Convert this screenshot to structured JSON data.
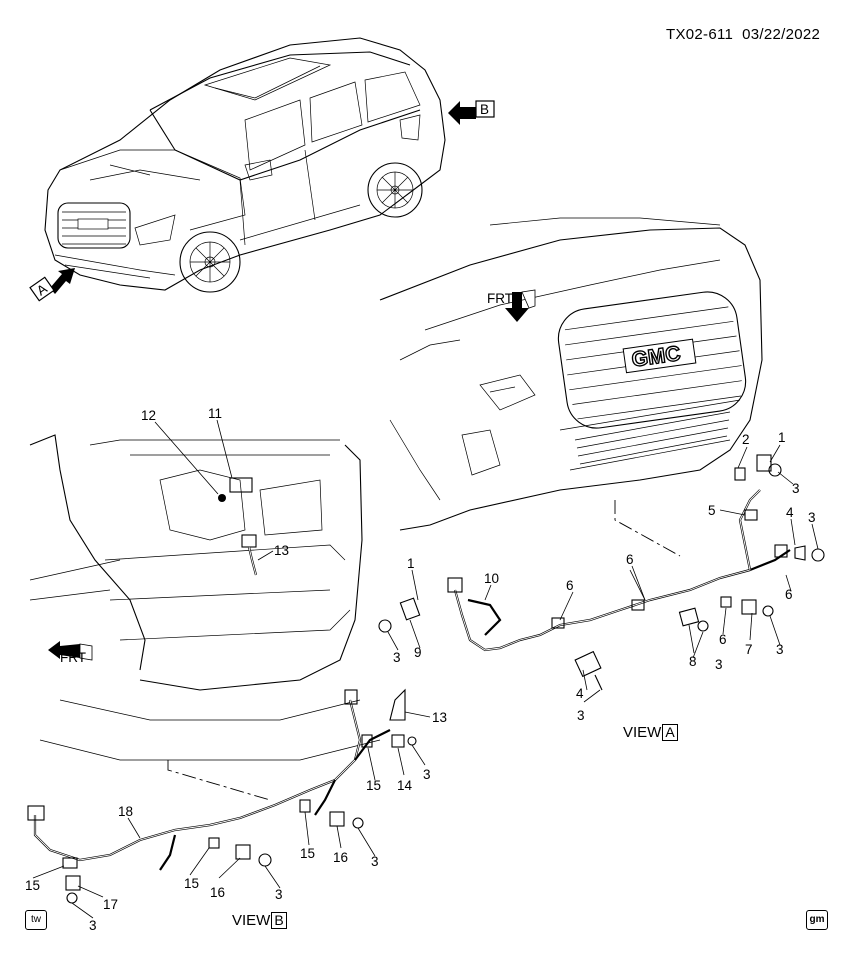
{
  "header": {
    "doc_code": "TX02-611",
    "date": "03/22/2022"
  },
  "views": {
    "a": {
      "prefix": "VIEW",
      "letter": "A"
    },
    "b": {
      "prefix": "VIEW",
      "letter": "B"
    }
  },
  "arrows": {
    "view_a_marker": "A",
    "view_b_marker": "B",
    "front_label": "FRT"
  },
  "vehicle_badge": "GMC",
  "footer": {
    "left_icon": "tw",
    "right_icon": "gm"
  },
  "callouts": [
    {
      "id": "c1a",
      "text": "1"
    },
    {
      "id": "c2",
      "text": "2"
    },
    {
      "id": "c3a",
      "text": "3"
    },
    {
      "id": "c5",
      "text": "5"
    },
    {
      "id": "c4a",
      "text": "4"
    },
    {
      "id": "c3b",
      "text": "3"
    },
    {
      "id": "c6a",
      "text": "6"
    },
    {
      "id": "c6b",
      "text": "6"
    },
    {
      "id": "c6c",
      "text": "6"
    },
    {
      "id": "c6d",
      "text": "6"
    },
    {
      "id": "c1b",
      "text": "1"
    },
    {
      "id": "c10",
      "text": "10"
    },
    {
      "id": "c3c",
      "text": "3"
    },
    {
      "id": "c9",
      "text": "9"
    },
    {
      "id": "c8",
      "text": "8"
    },
    {
      "id": "c3d",
      "text": "3"
    },
    {
      "id": "c7",
      "text": "7"
    },
    {
      "id": "c3e",
      "text": "3"
    },
    {
      "id": "c4b",
      "text": "4"
    },
    {
      "id": "c3f",
      "text": "3"
    },
    {
      "id": "c12",
      "text": "12"
    },
    {
      "id": "c11",
      "text": "11"
    },
    {
      "id": "c13a",
      "text": "13"
    },
    {
      "id": "c13b",
      "text": "13"
    },
    {
      "id": "c15a",
      "text": "15"
    },
    {
      "id": "c14",
      "text": "14"
    },
    {
      "id": "c3g",
      "text": "3"
    },
    {
      "id": "c18",
      "text": "18"
    },
    {
      "id": "c15b",
      "text": "15"
    },
    {
      "id": "c16a",
      "text": "16"
    },
    {
      "id": "c3h",
      "text": "3"
    },
    {
      "id": "c15c",
      "text": "15"
    },
    {
      "id": "c15d",
      "text": "15"
    },
    {
      "id": "c16b",
      "text": "16"
    },
    {
      "id": "c3i",
      "text": "3"
    },
    {
      "id": "c17",
      "text": "17"
    },
    {
      "id": "c3j",
      "text": "3"
    }
  ]
}
